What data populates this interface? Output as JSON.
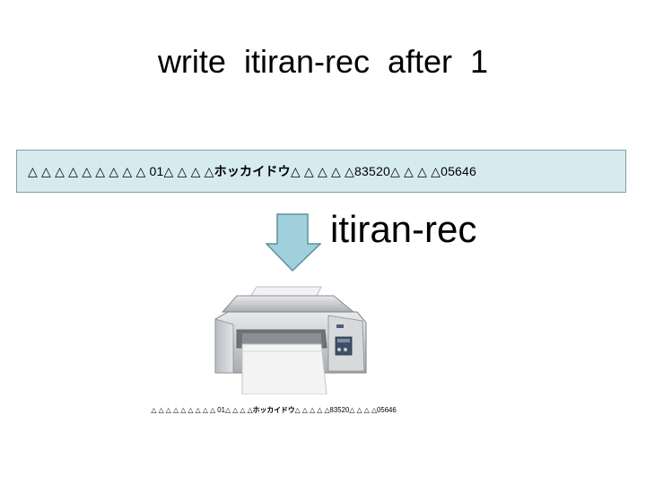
{
  "slide": {
    "title": "write  itiran-rec  after  1",
    "record": {
      "prefix": "△ △ △ △ △ △ △ △ △ 01△ △ △ △",
      "kana": "ホッカイドウ△",
      "suffix": " △ △ △ △83520△ △ △ △05646"
    },
    "label": "itiran-rec",
    "printed": {
      "prefix": "△ △ △ △ △ △ △ △ △ 01△ △ △ △",
      "kana": "ホッカイドウ△",
      "suffix": " △ △ △ △83520△ △ △ △05646"
    },
    "colors": {
      "record_bg": "#d5ebef",
      "arrow_fill": "#9fd0dc",
      "arrow_stroke": "#5e8f9c"
    }
  }
}
